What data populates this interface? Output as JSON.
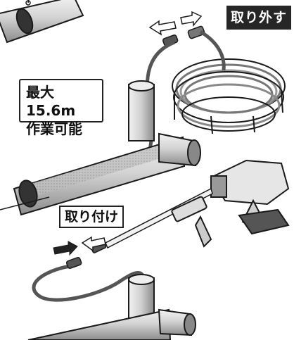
{
  "labels": {
    "remove": "取り外す",
    "spec_line1": "最大15.6m",
    "spec_line2": "作業可能",
    "attach": "取り付け"
  },
  "colors": {
    "line": "#1a1a1a",
    "pipe_fill": "#d9d9d9",
    "pipe_shade": "#9a9a9a",
    "label_dark_bg": "#262626",
    "arrow_light": "#ffffff",
    "arrow_dark": "#222222"
  },
  "icons": {
    "remove_arrows": "separate-arrows-icon",
    "attach_arrows": "join-arrows-icon"
  }
}
